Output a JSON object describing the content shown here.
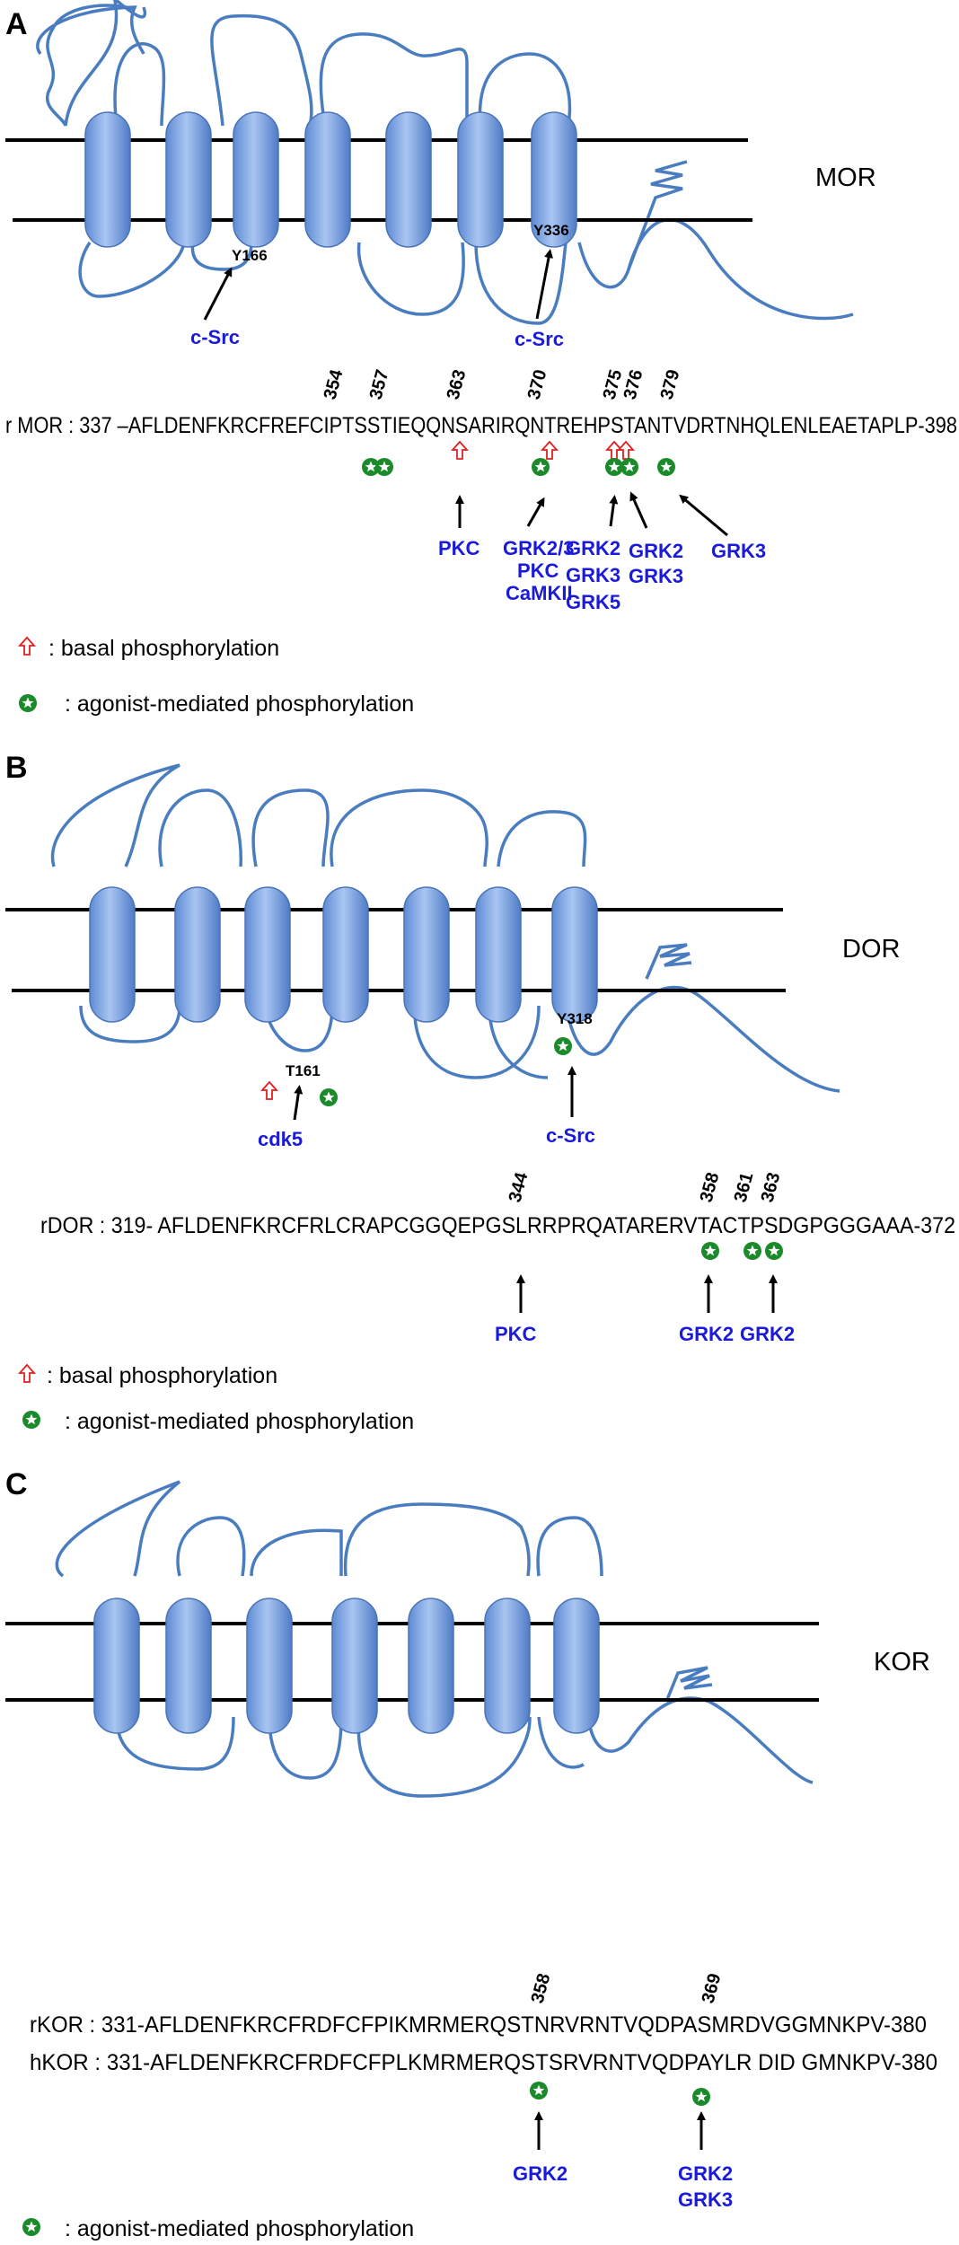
{
  "legend": {
    "basal": ": basal phosphorylation",
    "agonist": ": agonist-mediated phosphorylation"
  },
  "panels": [
    {
      "label": "A",
      "receptor": "MOR",
      "residues": [
        "Y166",
        "Y336"
      ],
      "kinases_top": [
        "c-Src",
        "c-Src"
      ],
      "sequences": [
        "r MOR : 337 –AFLDENFKRCFREFCIPTSSTIEQQNSARIRQNTREHPSTANTVDRTNHQLENLEAETAPLP-398"
      ],
      "site_numbers": [
        "354",
        "357",
        "363",
        "370",
        "375",
        "376",
        "379"
      ],
      "kinases_bottom": [
        "PKC",
        "GRK2/3",
        "PKC",
        "CaMKII",
        "GRK2",
        "GRK3",
        "GRK5",
        "GRK2",
        "GRK3",
        "GRK3"
      ]
    },
    {
      "label": "B",
      "receptor": "DOR",
      "residues": [
        "T161",
        "Y318"
      ],
      "kinases_top": [
        "cdk5",
        "c-Src"
      ],
      "sequences": [
        "rDOR : 319- AFLDENFKRCFRLCRAPCGGQEPGSLRRPRQATARERVTACTPSDGPGGGAAA-372"
      ],
      "site_numbers": [
        "344",
        "358",
        "361",
        "363"
      ],
      "kinases_bottom": [
        "PKC",
        "GRK2",
        "GRK2"
      ]
    },
    {
      "label": "C",
      "receptor": "KOR",
      "sequences": [
        "rKOR : 331-AFLDENFKRCFRDFCFPIKMRMERQSTNRVRNTVQDPASMRDVGGMNKPV-380",
        "hKOR : 331-AFLDENFKRCFRDFCFPLKMRMERQSTSRVRNTVQDPAYLR DID GMNKPV-380"
      ],
      "site_numbers": [
        "358",
        "369"
      ],
      "kinases_bottom": [
        "GRK2",
        "GRK2",
        "GRK3"
      ]
    }
  ],
  "colors": {
    "helix": "#7fa6e3",
    "loop": "#4a7cc0",
    "kinase_text": "#1a1adc",
    "basal_arrow": "#e02020",
    "agonist_star": "#1a8a2a"
  }
}
